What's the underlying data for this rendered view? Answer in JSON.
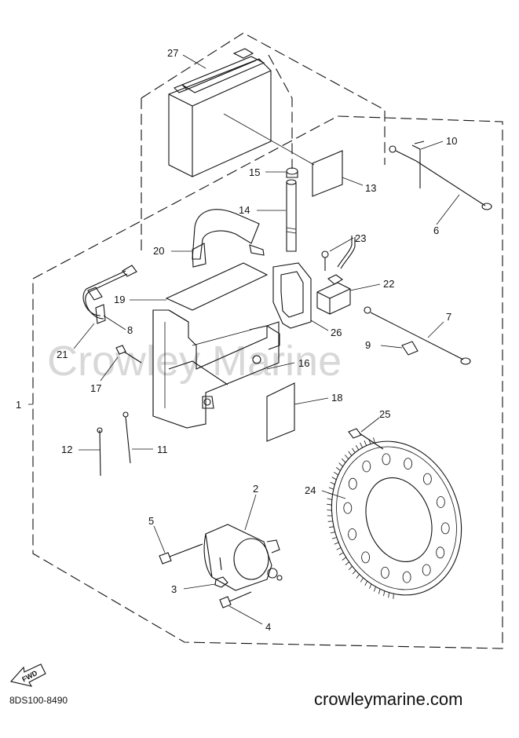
{
  "diagram": {
    "callouts": [
      "1",
      "2",
      "3",
      "4",
      "5",
      "6",
      "7",
      "8",
      "9",
      "10",
      "11",
      "12",
      "13",
      "14",
      "15",
      "16",
      "17",
      "18",
      "19",
      "20",
      "21",
      "22",
      "23",
      "24",
      "25",
      "26",
      "27"
    ],
    "watermark": "Crowley Marine",
    "fwd_label": "FWD",
    "part_code": "8DS100-8490",
    "website": "crowleymarine.com"
  }
}
